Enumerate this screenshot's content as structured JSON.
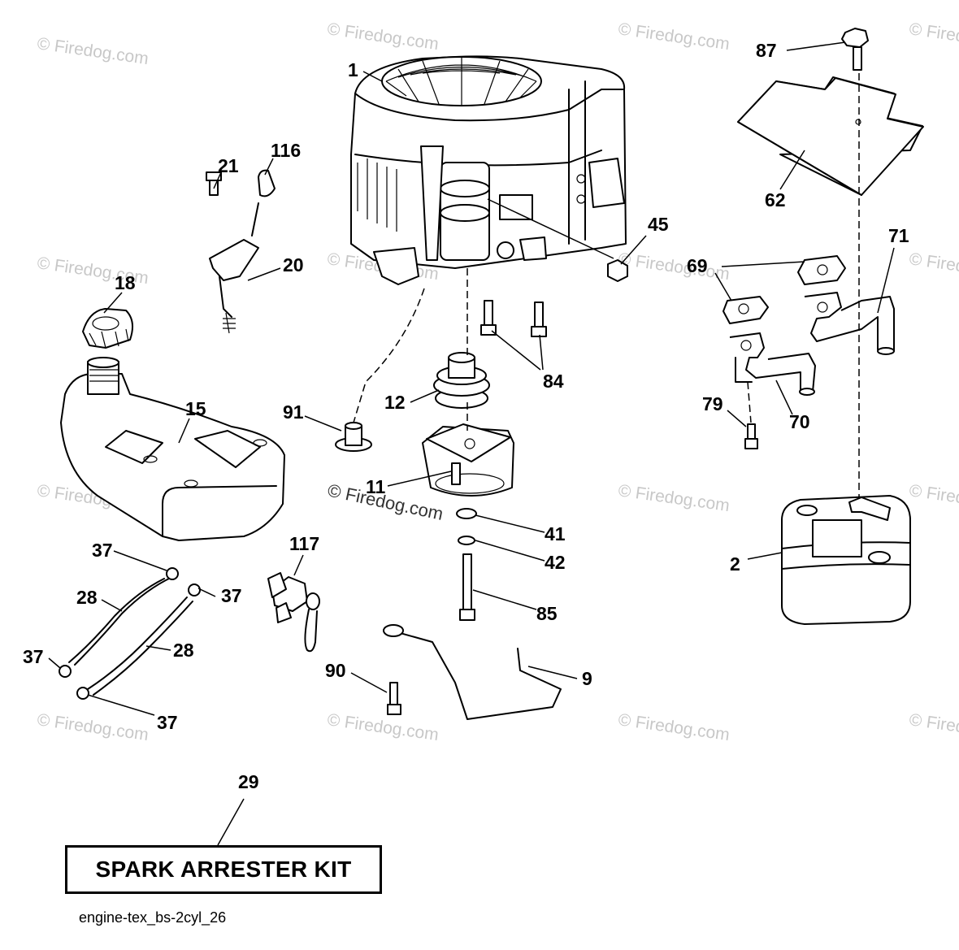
{
  "diagram": {
    "callouts": [
      {
        "id": "1",
        "text": "1"
      },
      {
        "id": "2",
        "text": "2"
      },
      {
        "id": "9",
        "text": "9"
      },
      {
        "id": "11",
        "text": "11"
      },
      {
        "id": "12",
        "text": "12"
      },
      {
        "id": "15",
        "text": "15"
      },
      {
        "id": "18",
        "text": "18"
      },
      {
        "id": "20",
        "text": "20"
      },
      {
        "id": "21",
        "text": "21"
      },
      {
        "id": "28a",
        "text": "28"
      },
      {
        "id": "28b",
        "text": "28"
      },
      {
        "id": "29",
        "text": "29"
      },
      {
        "id": "37a",
        "text": "37"
      },
      {
        "id": "37b",
        "text": "37"
      },
      {
        "id": "37c",
        "text": "37"
      },
      {
        "id": "37d",
        "text": "37"
      },
      {
        "id": "41",
        "text": "41"
      },
      {
        "id": "42",
        "text": "42"
      },
      {
        "id": "45",
        "text": "45"
      },
      {
        "id": "62",
        "text": "62"
      },
      {
        "id": "69",
        "text": "69"
      },
      {
        "id": "70",
        "text": "70"
      },
      {
        "id": "71",
        "text": "71"
      },
      {
        "id": "79",
        "text": "79"
      },
      {
        "id": "84",
        "text": "84"
      },
      {
        "id": "85",
        "text": "85"
      },
      {
        "id": "87",
        "text": "87"
      },
      {
        "id": "90",
        "text": "90"
      },
      {
        "id": "91",
        "text": "91"
      },
      {
        "id": "116",
        "text": "116"
      },
      {
        "id": "117",
        "text": "117"
      }
    ],
    "watermark": "© Firedog.com",
    "kit_label": "SPARK ARRESTER KIT",
    "caption": "engine-tex_bs-2cyl_26"
  }
}
